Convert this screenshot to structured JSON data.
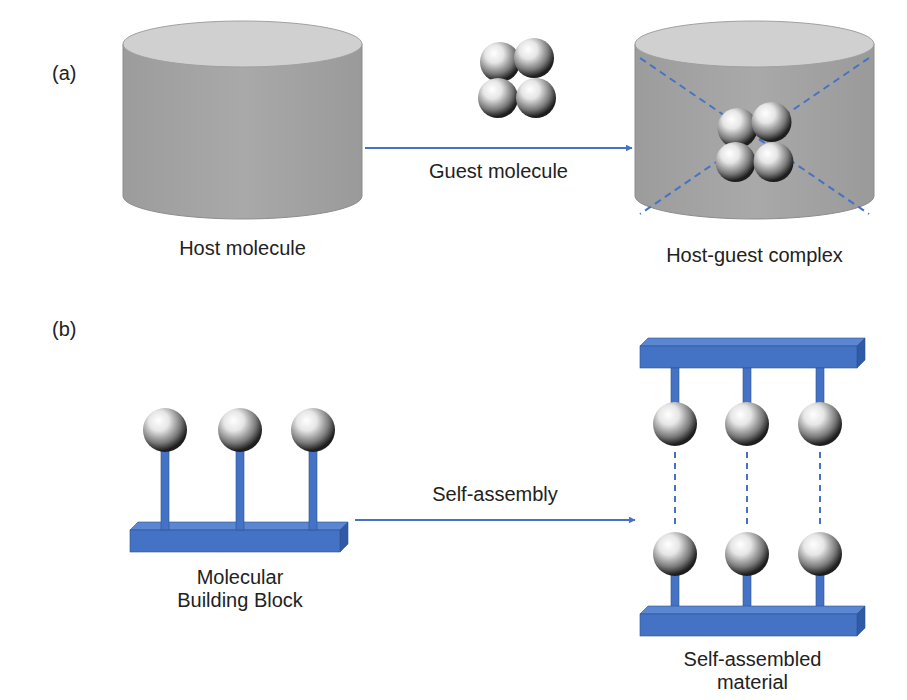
{
  "diagram": {
    "nodes": [
      {
        "text": [
          "Host molecule"
        ]
      },
      {
        "text": [
          "Host-guest complex"
        ]
      },
      {
        "text": [
          "Molecular Building Block"
        ]
      },
      {
        "text": [
          "Self-assembled material"
        ]
      }
    ],
    "edges": [
      {
        "from": 0,
        "to": 1,
        "arrow": "to",
        "label": "Guest molecule"
      },
      {
        "from": 2,
        "to": 3,
        "arrow": "to",
        "label": "Self-assembly"
      }
    ],
    "labels": [
      "(a)",
      "(b)"
    ]
  }
}
